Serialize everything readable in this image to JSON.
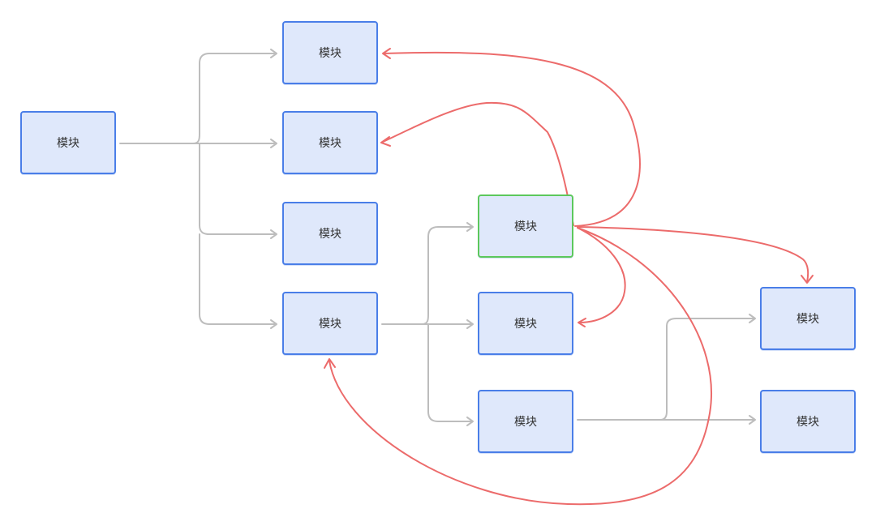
{
  "nodes": {
    "root": "模块",
    "b1": "模块",
    "b2": "模块",
    "b3": "模块",
    "b4": "模块",
    "c1": "模块",
    "c2": "模块",
    "c3": "模块",
    "d1": "模块",
    "d2": "模块"
  },
  "colors": {
    "gray_line": "#bdbdbd",
    "red_line": "#ec6b6b",
    "node_fill": "#dfe8fb",
    "node_border": "#4a7ee8",
    "active_border": "#5cc85c"
  }
}
